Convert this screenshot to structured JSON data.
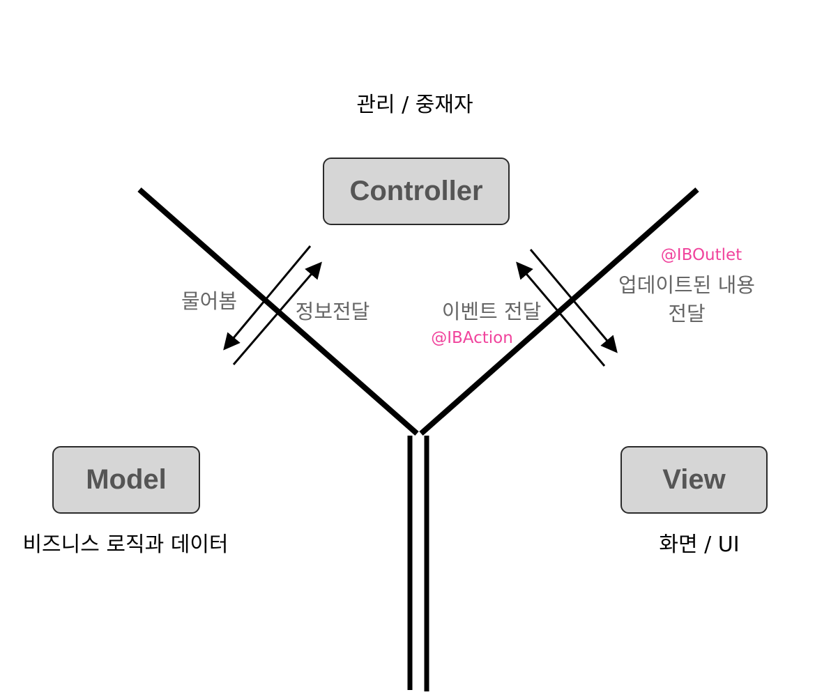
{
  "title": "관리 / 중재자",
  "boxes": {
    "controller": "Controller",
    "model": "Model",
    "view": "View"
  },
  "captions": {
    "model": "비즈니스 로직과 데이터",
    "view": "화면 / UI"
  },
  "arrow_labels": {
    "ask": "물어봄",
    "info": "정보전달",
    "event": "이벤트 전달",
    "ibaction": "@IBAction",
    "iboutlet": "@IBOutlet",
    "update_line1": "업데이트된 내용",
    "update_line2": "전달"
  },
  "colors": {
    "annotation": "#f0439c",
    "box_fill": "#d6d6d6",
    "label": "#666666"
  }
}
